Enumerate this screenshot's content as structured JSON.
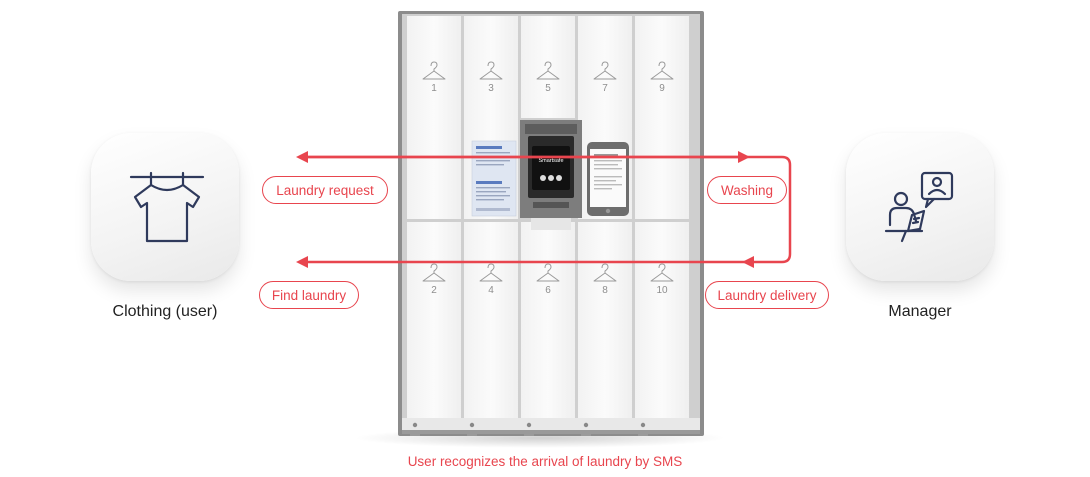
{
  "user": {
    "caption": "Clothing (user)",
    "icon": "tshirt-on-hanger-icon"
  },
  "manager": {
    "caption": "Manager",
    "icon": "manager-at-desk-icon"
  },
  "flow_labels": {
    "laundry_request": "Laundry request",
    "washing": "Washing",
    "find_laundry": "Find laundry",
    "laundry_delivery": "Laundry delivery"
  },
  "locker": {
    "top_numbers": [
      "1",
      "3",
      "5",
      "7",
      "9"
    ],
    "bottom_numbers": [
      "2",
      "4",
      "6",
      "8",
      "10"
    ],
    "kiosk_brand": "Smartsafe"
  },
  "bottom_note": "User recognizes the arrival of laundry by SMS",
  "colors": {
    "accent": "#e8454e",
    "icon_navy": "#2f3a5c",
    "cabinet_frame": "#8c8c8c",
    "door": "#f7f7f7"
  }
}
